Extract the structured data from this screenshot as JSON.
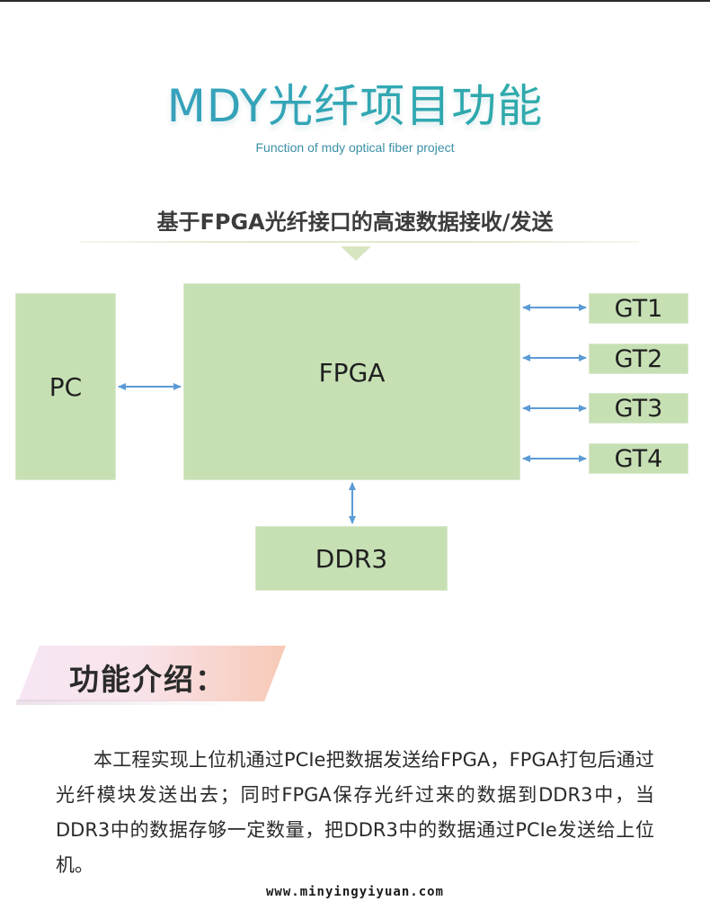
{
  "header": {
    "title": "MDY光纤项目功能",
    "subtitle": "Function of mdy optical fiber project"
  },
  "diagram": {
    "heading": "基于FPGA光纤接口的高速数据接收/发送",
    "blocks": {
      "pc": "PC",
      "fpga": "FPGA",
      "ddr3": "DDR3",
      "gt1": "GT1",
      "gt2": "GT2",
      "gt3": "GT3",
      "gt4": "GT4"
    },
    "colors": {
      "block_fill": "#c6e0b4",
      "arrow": "#5b9bd5",
      "title_gradient_start": "#3aa0c9",
      "title_gradient_end": "#2ab2a4"
    }
  },
  "intro": {
    "title": "功能介绍：",
    "body": "本工程实现上位机通过PCIe把数据发送给FPGA，FPGA打包后通过光纤模块发送出去；同时FPGA保存光纤过来的数据到DDR3中，当DDR3中的数据存够一定数量，把DDR3中的数据通过PCIe发送给上位机。"
  },
  "footer": {
    "watermark": "www.minyingyiyuan.com"
  }
}
